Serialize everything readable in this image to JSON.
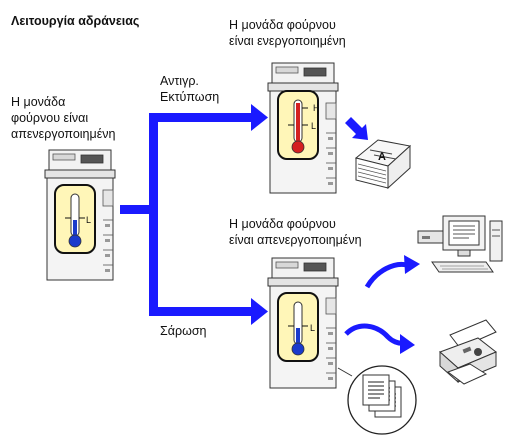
{
  "title": "Λειτουργία αδράνειας",
  "left_label": [
    "Η μονάδα",
    "φούρνου είναι",
    "απενεργοποιημένη"
  ],
  "top_label": [
    "Η μονάδα φούρνου",
    "είναι ενεργοποιημένη"
  ],
  "copy_label": [
    "Αντιγρ.",
    "Εκτύπωση"
  ],
  "mid_label": [
    "Η μονάδα φούρνου",
    "είναι απενεργοποιημένη"
  ],
  "scan_label": "Σάρωση",
  "gauge_high": "H",
  "gauge_low": "L",
  "colors": {
    "arrow": "#1a1aff",
    "hot": "#d42020",
    "cold": "#1a3acc",
    "gauge_bg": "#fff6b8"
  }
}
